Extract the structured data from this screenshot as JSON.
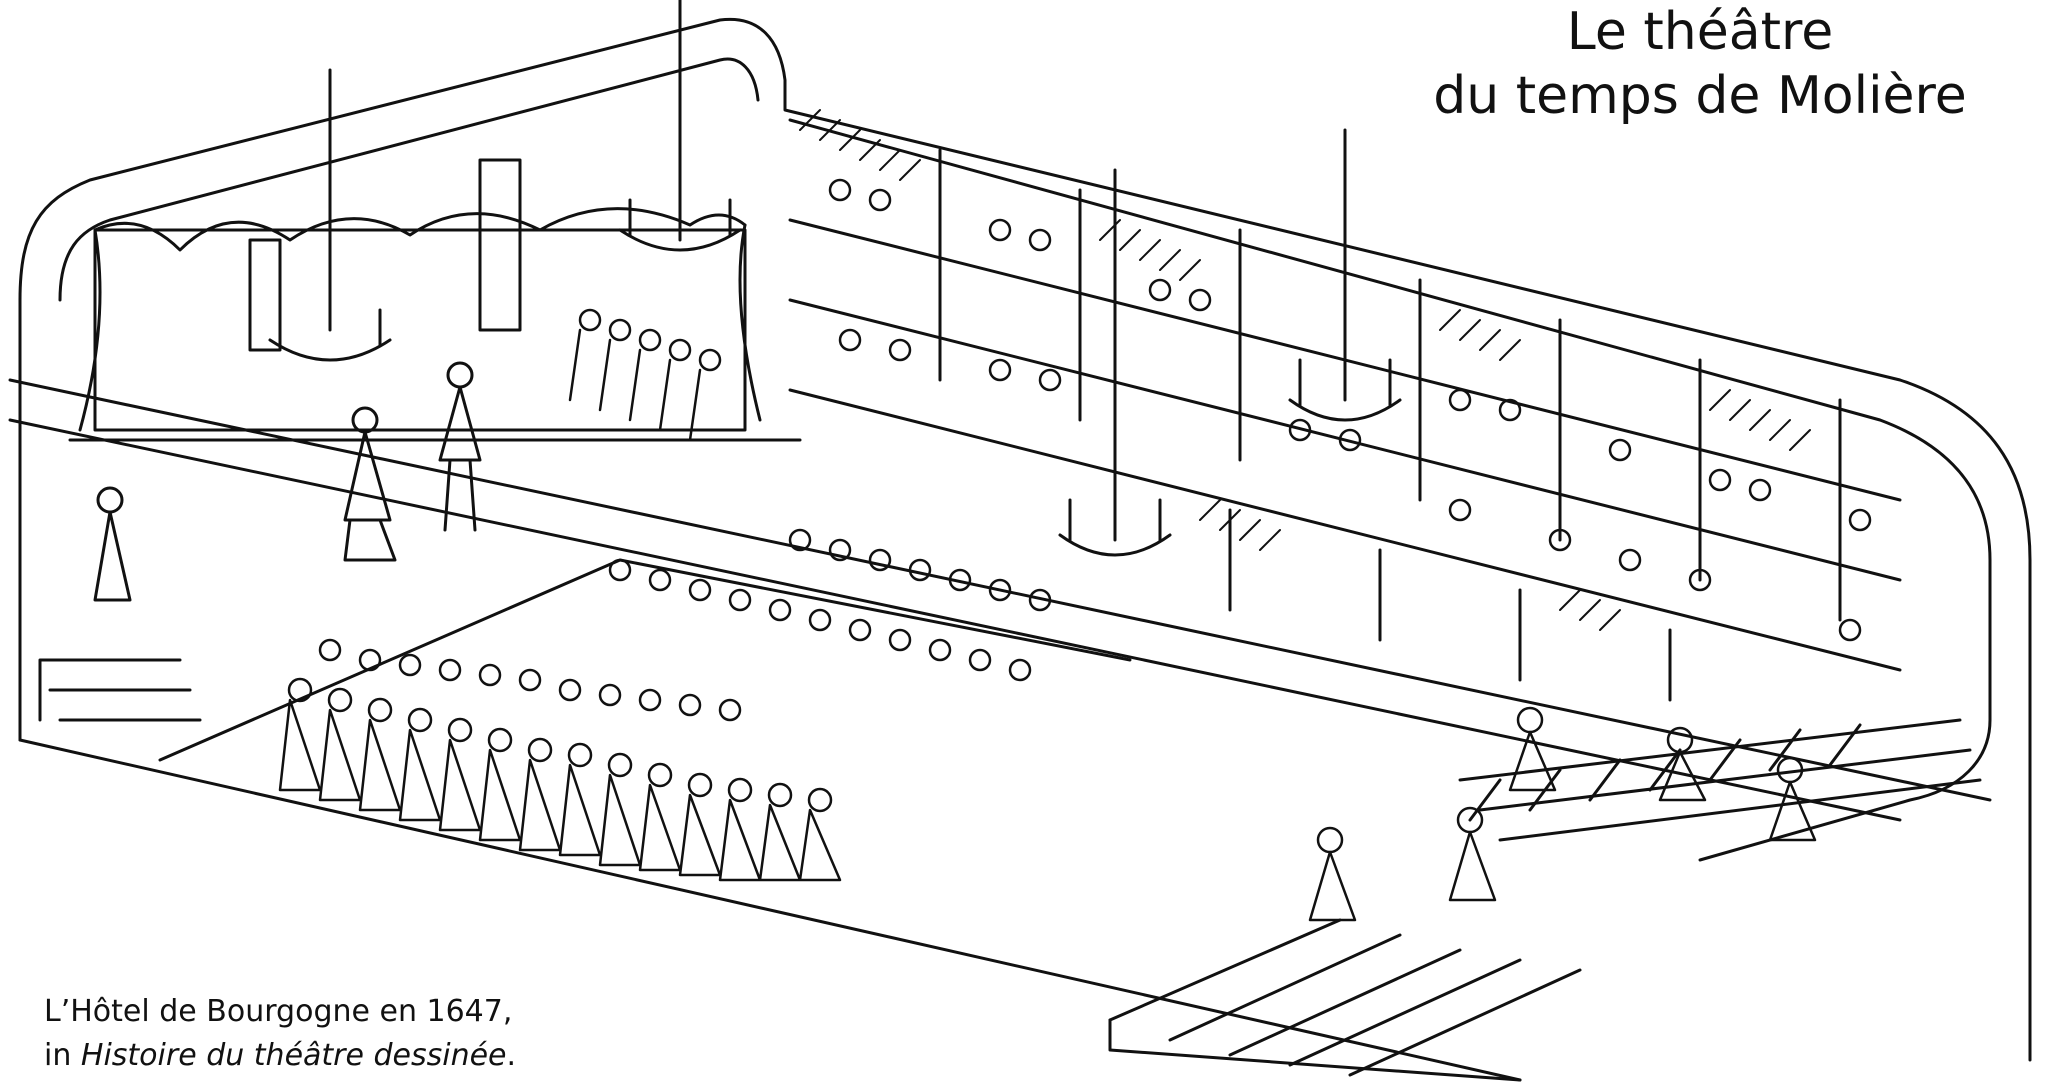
{
  "title": {
    "line1": "Le théâtre",
    "line2": "du temps de Molière"
  },
  "caption": {
    "line1": "L’Hôtel de Bourgogne en 1647,",
    "line2_prefix": "in ",
    "line2_italic": "Histoire du théâtre dessinée",
    "line2_suffix": "."
  },
  "colors": {
    "ink": "#111111",
    "paper": "#ffffff"
  }
}
